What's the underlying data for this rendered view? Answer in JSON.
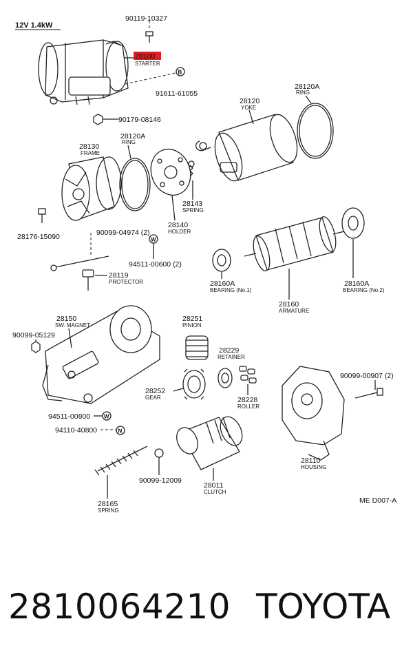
{
  "header": {
    "spec": "12V 1.4kW",
    "corner_code": "ME D007-A"
  },
  "labels": {
    "p90119": "90119-10327",
    "p28100": "28100",
    "starter": "STARTER",
    "p91611": "91611-61055",
    "p90179": "90179-08146",
    "p28120": "28120",
    "yoke": "YOKE",
    "p28120A_top": "28120A",
    "ring_top": "RING",
    "p28130": "28130",
    "frame": "FRAME",
    "p28120A_left": "28120A",
    "ring_left": "RING",
    "p28143": "28143",
    "spring_143": "SPRING",
    "p28140": "28140",
    "holder": "HOLDER",
    "p28176": "28176-15090",
    "p90099_04974": "90099-04974 (2)",
    "p94511_00600": "94511-00600 (2)",
    "p28119": "28119",
    "protector": "PROTECTOR",
    "p28160A_l": "28160A",
    "bearing1": "BEARING (No.1)",
    "p28160A_r": "28160A",
    "bearing2": "BEARING (No.2)",
    "p28160": "28160",
    "armature": "ARMATURE",
    "p28150": "28150",
    "sw_magnet": "SW. MAGNET",
    "p90099_05129": "90099-05129",
    "p28251": "28251",
    "pinion": "PINION",
    "p28229": "28229",
    "retainer": "RETAINER",
    "p90099_00907": "90099-00907 (2)",
    "p28252": "28252",
    "gear": "GEAR",
    "p28228": "28228",
    "roller": "ROLLER",
    "p94511_00800": "94511-00800",
    "p94110_40800": "94110-40800",
    "p28110": "28110",
    "housing": "HOUSING",
    "p90099_12009": "90099-12009",
    "p28011": "28011",
    "clutch": "CLUTCH",
    "p28165": "28165",
    "spring_165": "SPRING",
    "mark_b": "B",
    "mark_w1": "W",
    "mark_w2": "W",
    "mark_n": "N"
  },
  "footer": {
    "part_number": "2810064210",
    "brand": "TOYOTA"
  },
  "colors": {
    "highlight": "#e02020",
    "ink": "#111111",
    "background": "#ffffff"
  }
}
